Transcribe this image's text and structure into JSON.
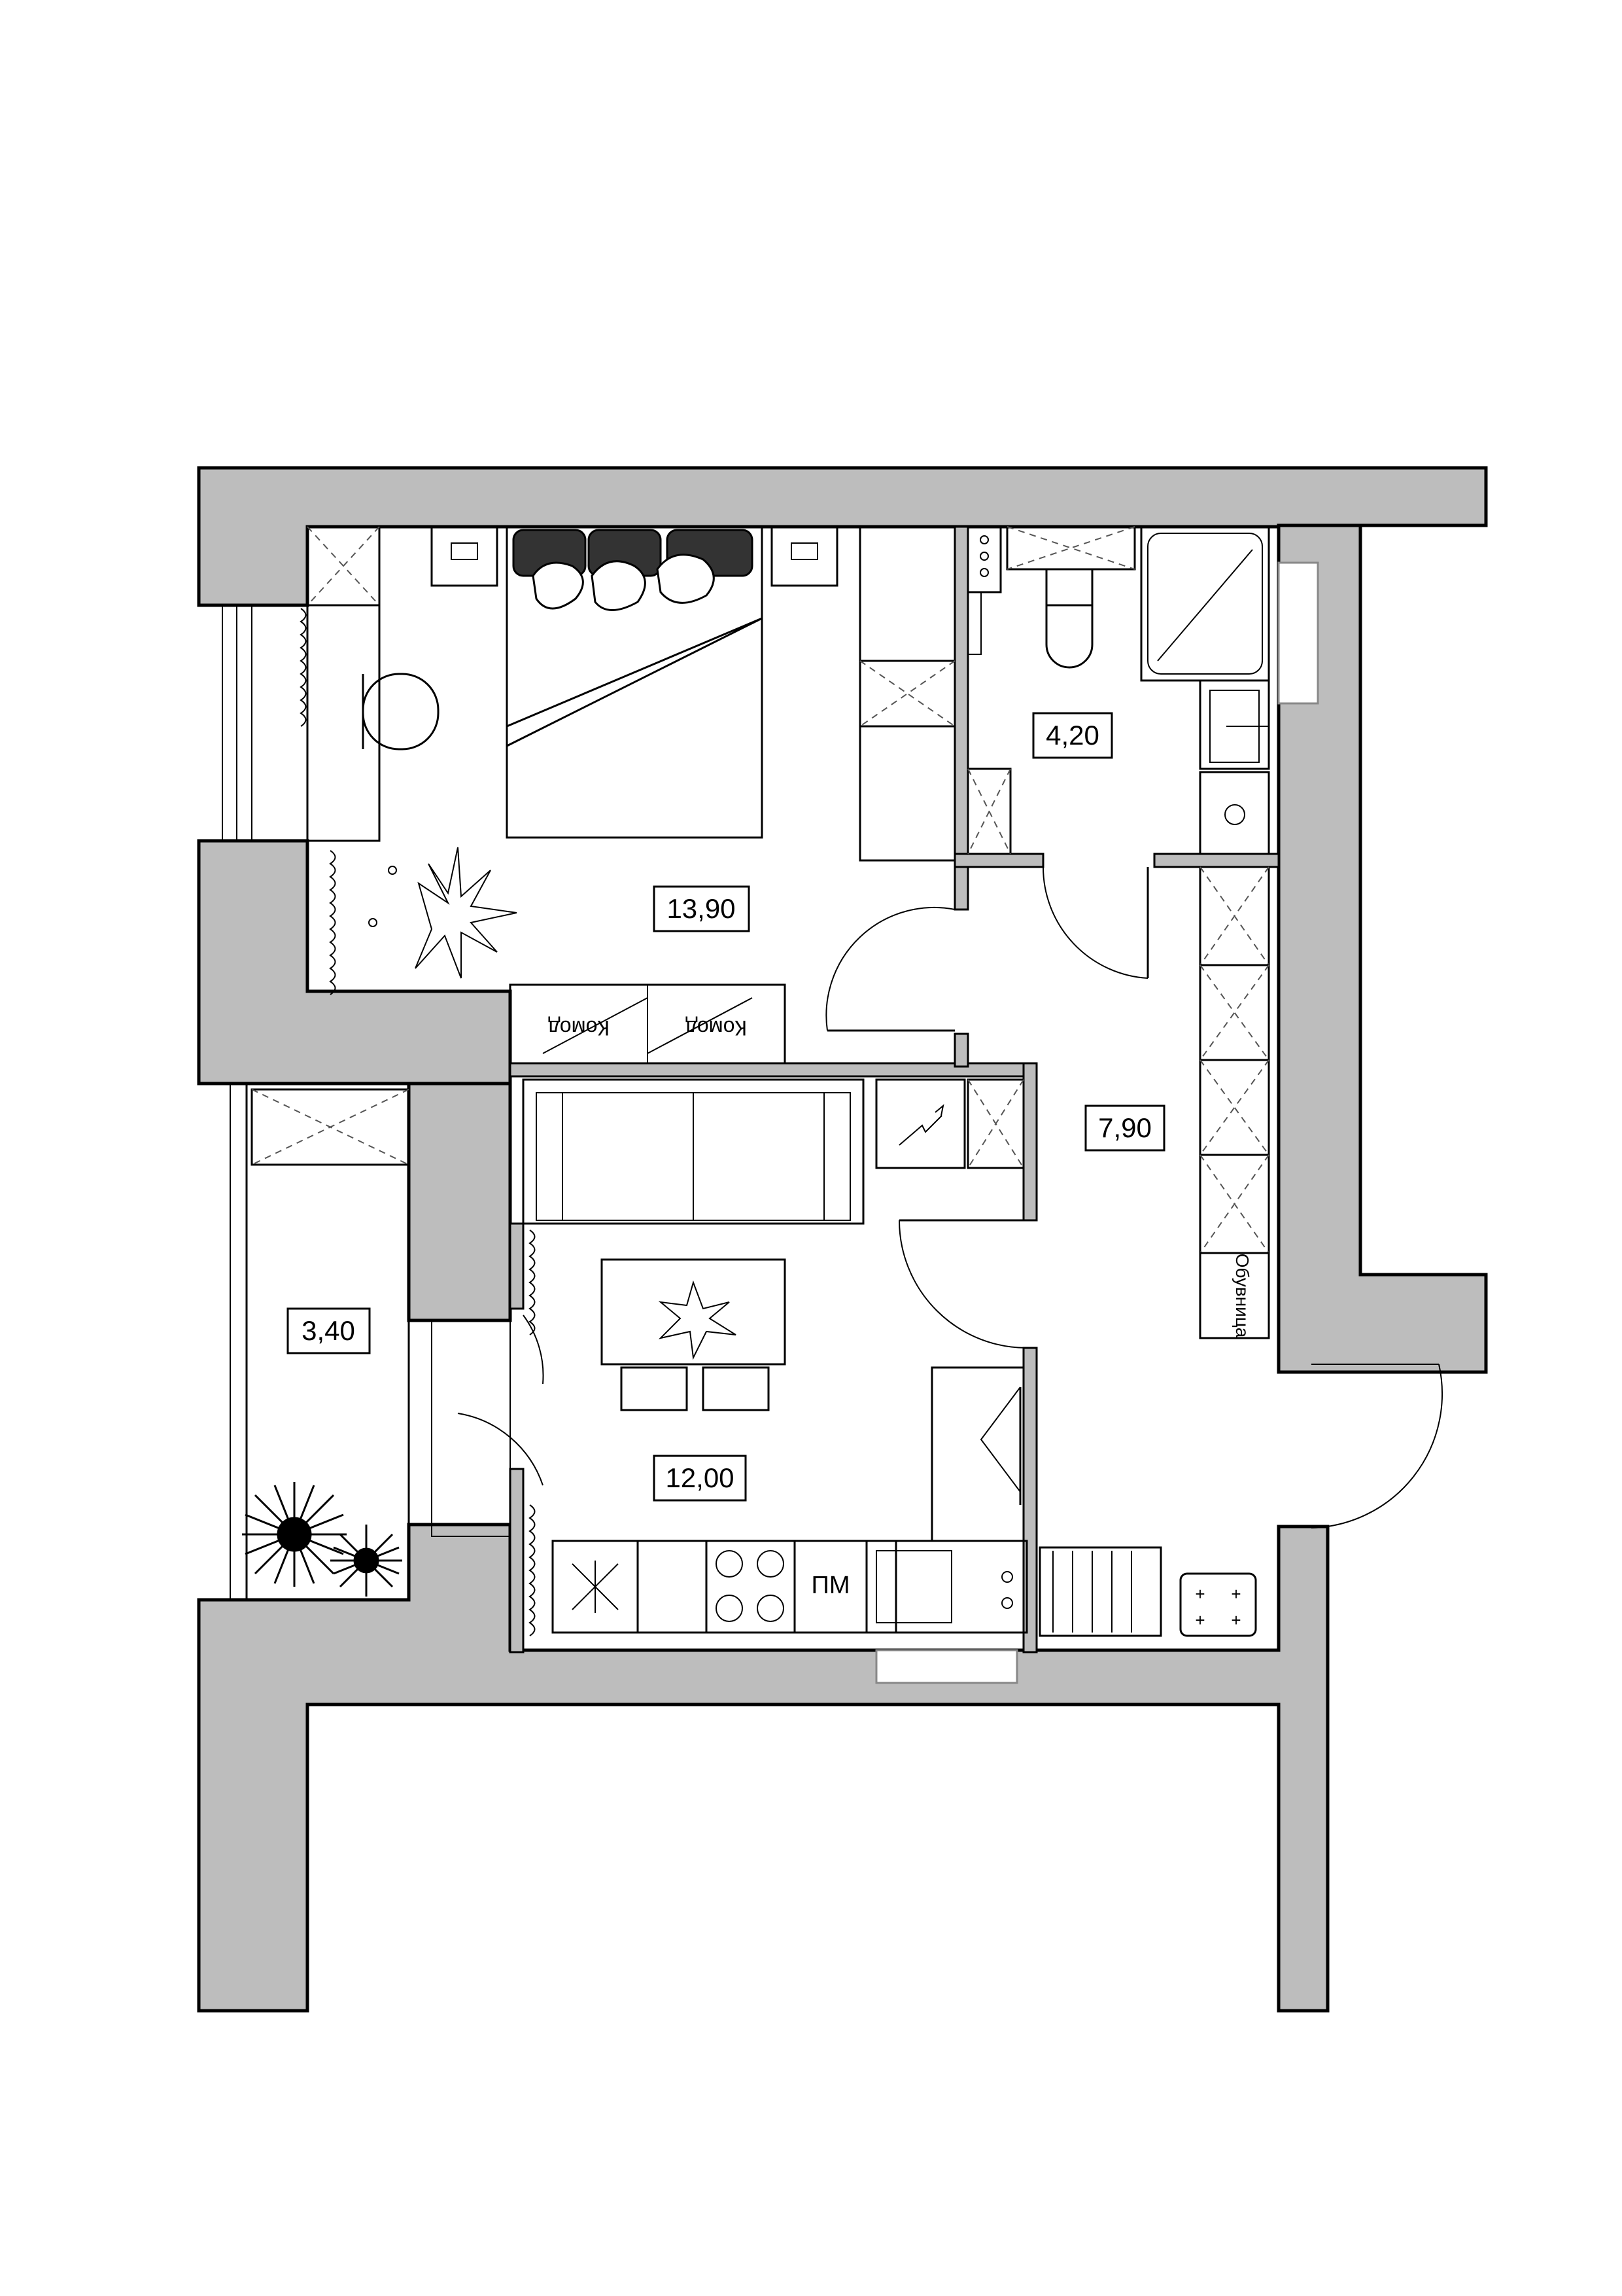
{
  "rooms": {
    "bedroom": {
      "area": "13,90"
    },
    "bathroom": {
      "area": "4,20"
    },
    "hallway": {
      "area": "7,90"
    },
    "kitchen_living": {
      "area": "12,00"
    },
    "balcony": {
      "area": "3,40"
    }
  },
  "furniture": {
    "dresser_label": "Комод",
    "shoe_cabinet_label": "Обувница",
    "dishwasher_label": "ПМ"
  },
  "colors": {
    "wall_fill": "#bdbdbd",
    "line": "#000000",
    "background": "#ffffff"
  }
}
